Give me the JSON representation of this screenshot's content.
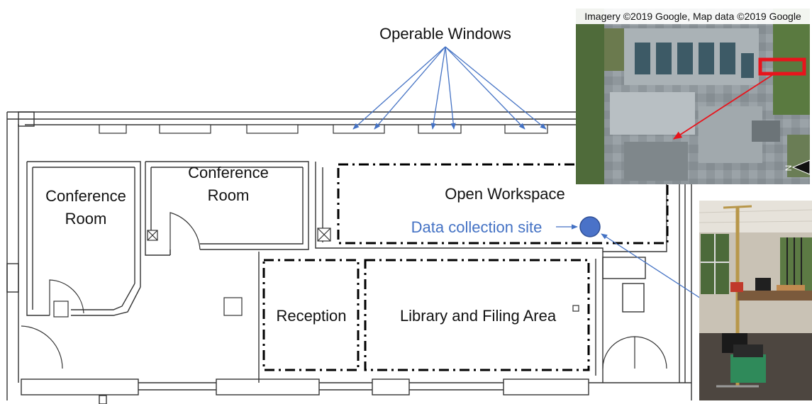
{
  "labels": {
    "operable_windows": "Operable Windows",
    "conference_room_1_line1": "Conference",
    "conference_room_1_line2": "Room",
    "conference_room_2_line1": "Conference",
    "conference_room_2_line2": "Room",
    "open_workspace": "Open Workspace",
    "data_collection_site": "Data collection site",
    "reception": "Reception",
    "library_filing": "Library and Filing Area"
  },
  "map_inset": {
    "attribution": "Imagery ©2019 Google, Map data ©2019 Google",
    "north_label": "N"
  },
  "colors": {
    "annotation_blue": "#4472c4",
    "marker_blue": "#4a72c8",
    "highlight_red": "#e8141c",
    "wall": "#333333",
    "zone_dash": "#000000"
  },
  "icons": {
    "marker": "data-collection-dot",
    "north_arrow": "north-arrow-icon"
  }
}
